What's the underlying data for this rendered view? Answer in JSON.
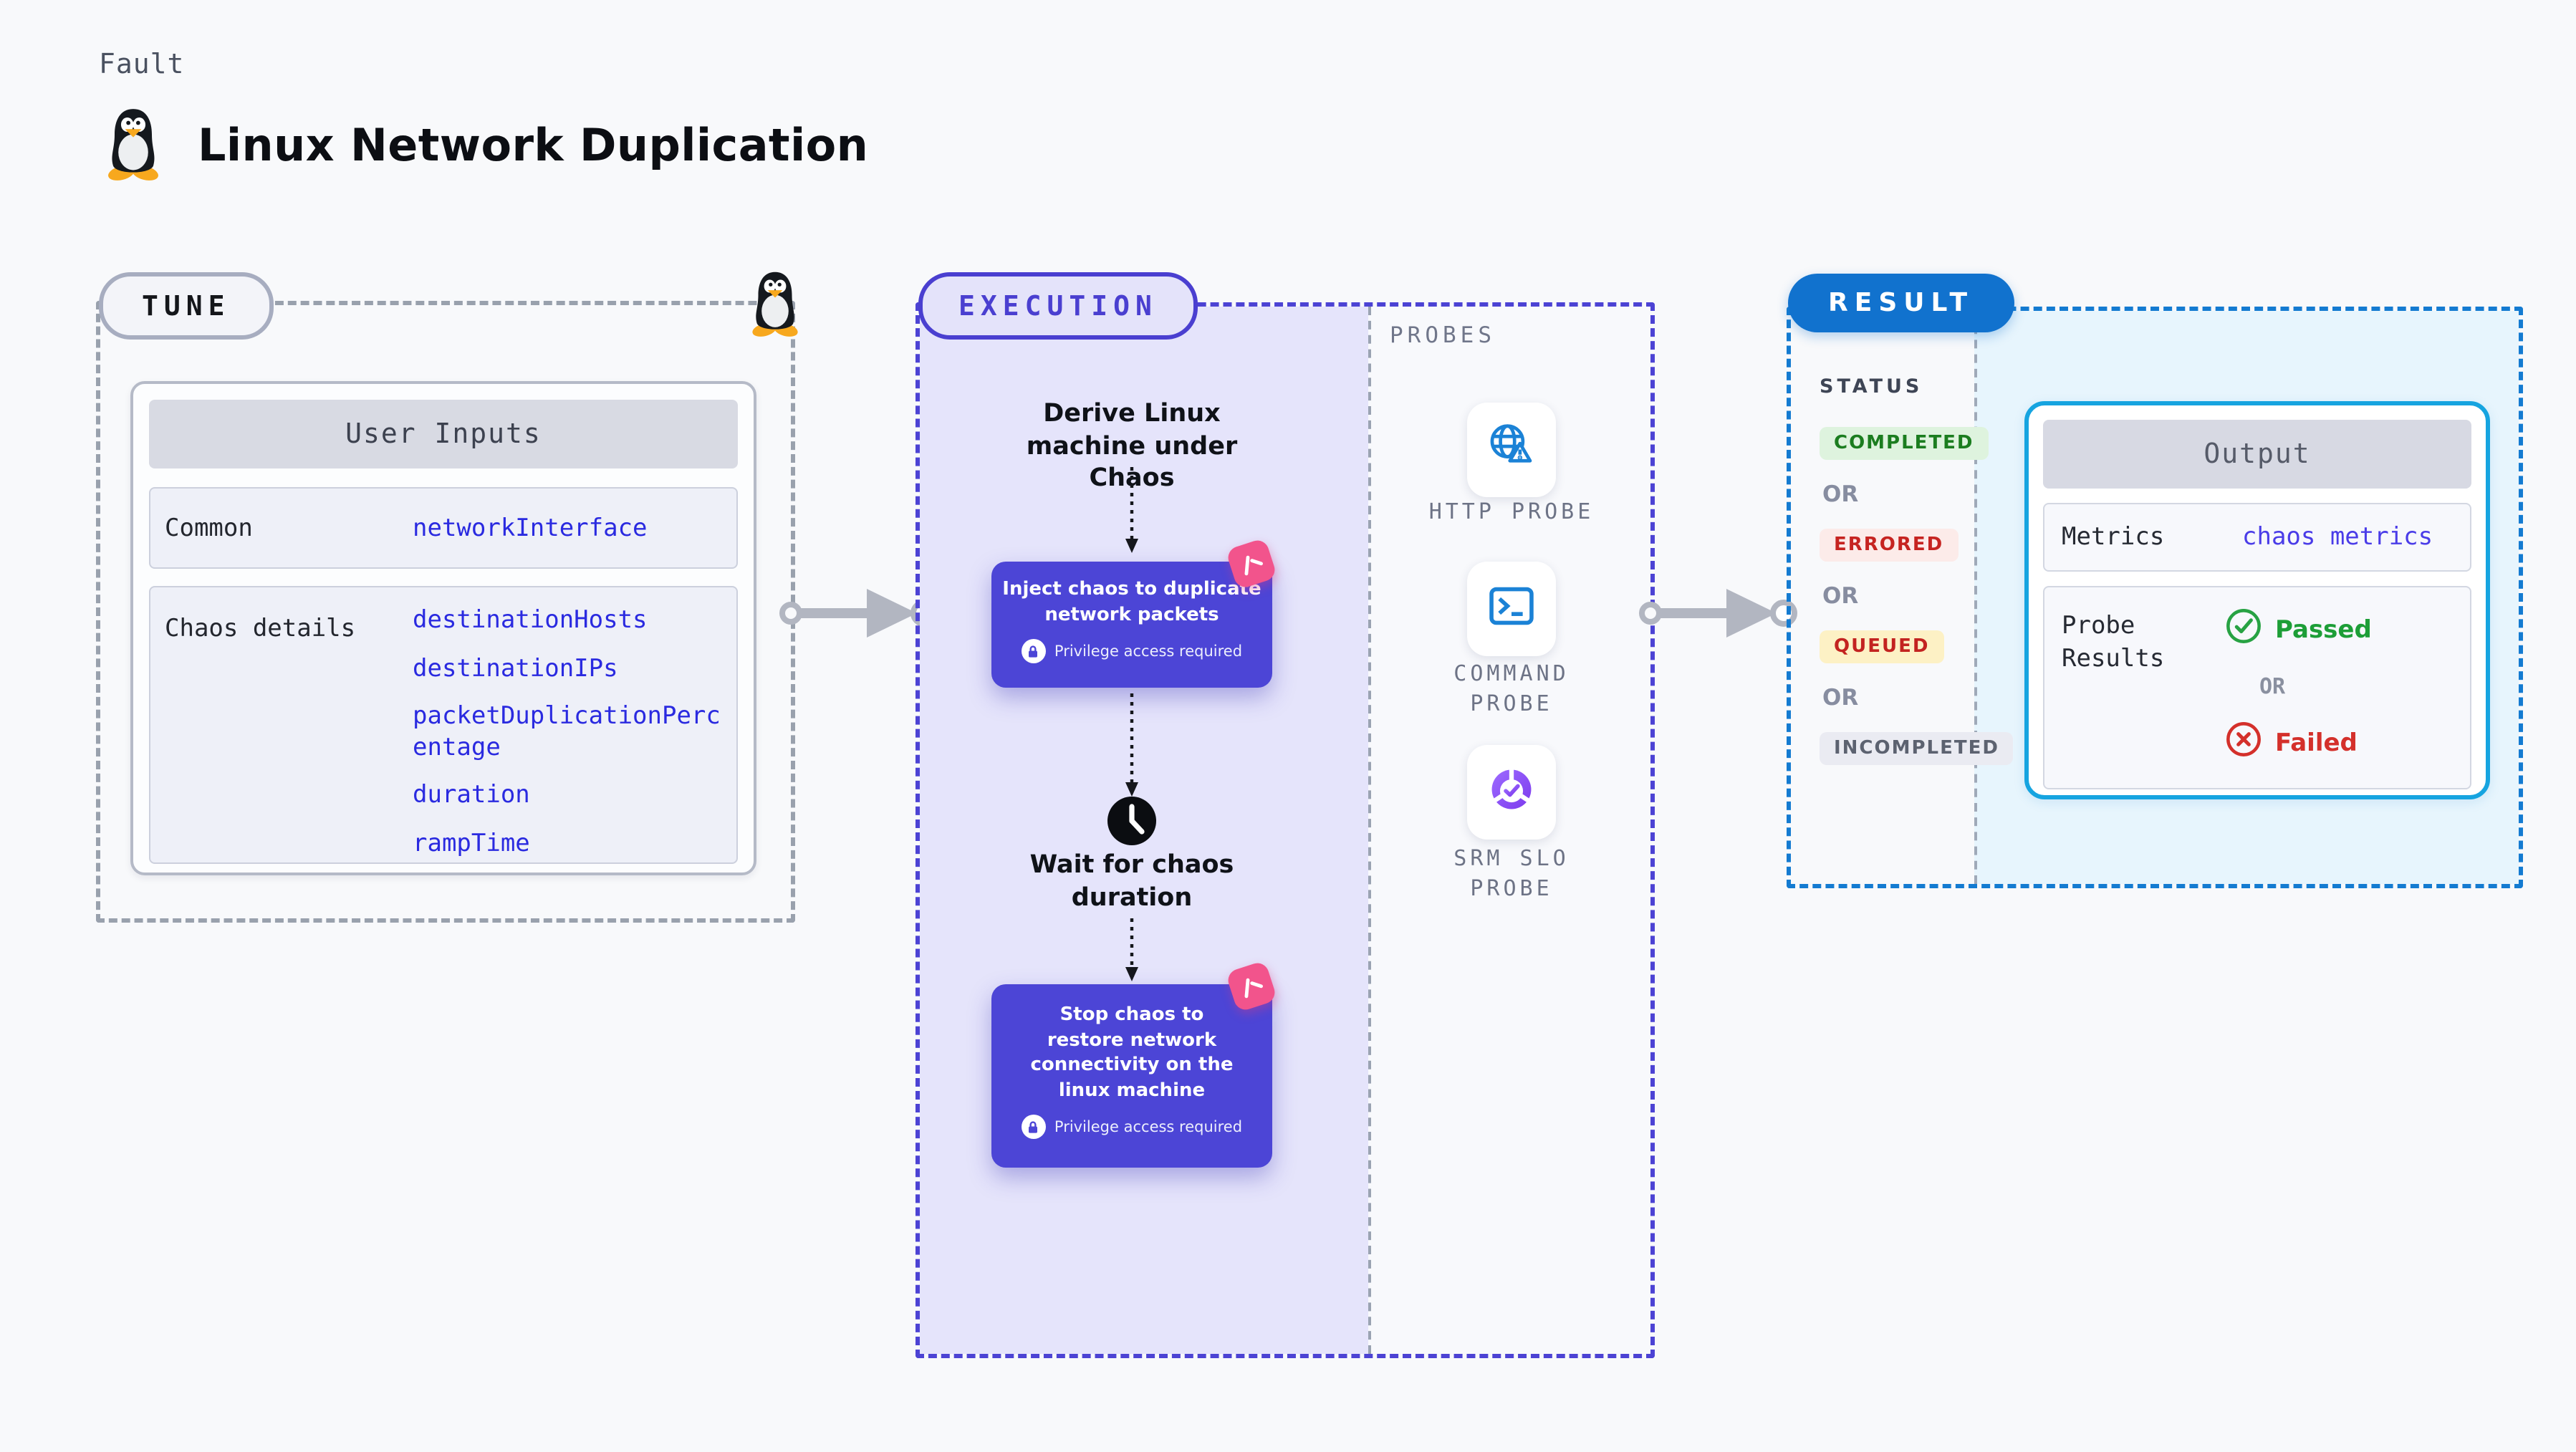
{
  "colors": {
    "page_bg": "#f8f9fb",
    "accent_indigo": "#4c43d4",
    "execution_fill": "#e5e4fb",
    "result_blue": "#1172ce",
    "result_region_fill": "#e7f5fd",
    "output_border_cyan": "#16a4e0",
    "code_blue": "#2a2ae0",
    "code_violet": "#4a3ce8",
    "chaos_node_fill": "#4c45d6",
    "hce_pink": "#f2548c",
    "probe_icon_blue": "#1b82d6",
    "passed_green": "#1d9e37",
    "failed_red": "#d4302b",
    "completed_badge": {
      "fg": "#1b7d1f",
      "bg": "#def3de"
    },
    "errored_badge": {
      "fg": "#c62421",
      "bg": "#fcebe9"
    },
    "queued_badge": {
      "fg": "#c32320",
      "bg": "#fdf1c5"
    },
    "incompleted_badge": {
      "fg": "#5c6270",
      "bg": "#eaebf2"
    }
  },
  "header": {
    "eyebrow": "Fault",
    "title": "Linux Network Duplication"
  },
  "tune": {
    "badge": "TUNE",
    "user_inputs": {
      "title": "User Inputs",
      "rows": [
        {
          "label": "Common",
          "values": [
            "networkInterface"
          ]
        },
        {
          "label": "Chaos details",
          "values": [
            "destinationHosts",
            "destinationIPs",
            "packetDuplicationPercentage",
            "duration",
            "rampTime"
          ]
        }
      ]
    }
  },
  "execution": {
    "badge": "EXECUTION",
    "flow": {
      "derive": "Derive Linux machine under Chaos",
      "inject": "Inject chaos to duplicate network packets",
      "wait": "Wait for chaos duration",
      "stop": "Stop chaos to restore network connectivity on the linux machine",
      "privilege": "Privilege access required"
    },
    "probes": {
      "heading": "PROBES",
      "items": [
        {
          "label": "HTTP PROBE",
          "icon": "globe-warning-icon"
        },
        {
          "label": "COMMAND PROBE",
          "icon": "terminal-icon"
        },
        {
          "label": "SRM SLO PROBE",
          "icon": "slo-donut-check-icon"
        }
      ]
    }
  },
  "result": {
    "badge": "RESULT",
    "status": {
      "heading": "STATUS",
      "separator": "OR",
      "options": [
        "COMPLETED",
        "ERRORED",
        "QUEUED",
        "INCOMPLETED"
      ]
    },
    "output": {
      "title": "Output",
      "metrics_label": "Metrics",
      "metrics_value": "chaos metrics",
      "probe_label": "Probe Results",
      "passed": "Passed",
      "separator": "OR",
      "failed": "Failed"
    }
  }
}
